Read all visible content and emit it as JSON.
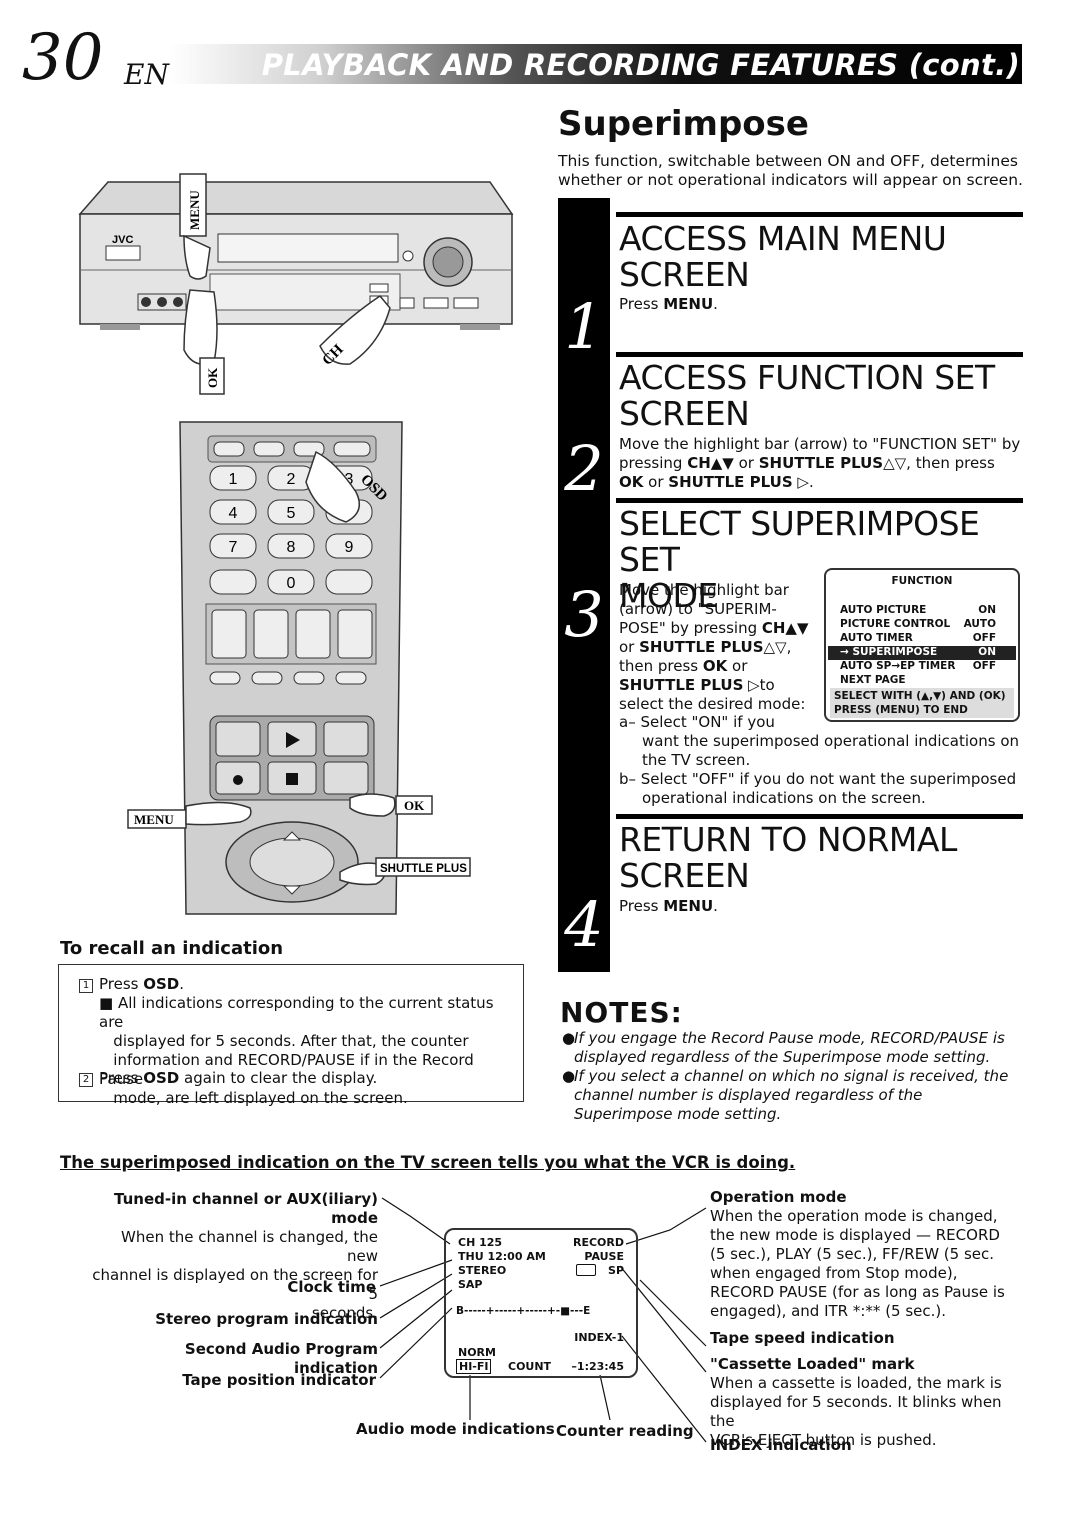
{
  "header": {
    "page_number": "30",
    "lang": "EN",
    "title": "PLAYBACK AND RECORDING FEATURES (cont.)"
  },
  "illustration": {
    "vcr": {
      "brand": "JVC",
      "labels": {
        "menu": "MENU",
        "ok": "OK",
        "ch": "CH"
      }
    },
    "remote": {
      "keys": [
        "1",
        "2",
        "3",
        "4",
        "5",
        "6",
        "7",
        "8",
        "9",
        "0"
      ],
      "labels": {
        "osd": "OSD",
        "menu": "MENU",
        "ok": "OK",
        "shuttle_plus": "SHUTTLE PLUS"
      }
    }
  },
  "section": {
    "title": "Superimpose",
    "intro": "This function, switchable between ON and OFF, determines whether or not operational indicators will appear on screen."
  },
  "steps": [
    {
      "num": "1",
      "head_l1": "ACCESS MAIN MENU",
      "head_l2": "SCREEN"
    },
    {
      "num": "2",
      "head_l1": "ACCESS FUNCTION SET",
      "head_l2": "SCREEN"
    },
    {
      "num": "3",
      "head_l1": "SELECT SUPERIMPOSE SET",
      "head_l2": "MODE"
    },
    {
      "num": "4",
      "head_l1": "RETURN TO NORMAL",
      "head_l2": "SCREEN"
    }
  ],
  "function_menu": {
    "title": "FUNCTION",
    "rows": [
      {
        "label": "AUTO PICTURE",
        "value": "ON"
      },
      {
        "label": "PICTURE CONTROL",
        "value": "AUTO"
      },
      {
        "label": "AUTO TIMER",
        "value": "OFF"
      },
      {
        "label": "→ SUPERIMPOSE",
        "value": "ON"
      },
      {
        "label": "AUTO SP→EP TIMER",
        "value": "OFF"
      },
      {
        "label": "NEXT PAGE",
        "value": ""
      }
    ],
    "footer_1": "SELECT WITH (▲,▼) AND (OK)",
    "footer_2": "PRESS (MENU) TO END"
  },
  "notes": {
    "title": "NOTES:",
    "items": [
      "If you engage the Record Pause mode, RECORD/PAUSE is displayed regardless of the Superimpose mode setting.",
      "If you select a channel on which no signal is received, the channel number is displayed regardless of the Superimpose mode setting."
    ]
  },
  "recall": {
    "title": "To recall an indication"
  },
  "bottom": {
    "title": "The superimposed indication on the TV screen tells you what the VCR is doing.",
    "left_labels": {
      "tuned_title": "Tuned-in channel or AUX(iliary) mode",
      "tuned_l1": "When the channel is changed, the new",
      "tuned_l2": "channel is displayed on the screen for 5",
      "tuned_l3": "seconds.",
      "clock": "Clock time",
      "stereo": "Stereo program indication",
      "sap": "Second Audio Program indication",
      "tape_pos": "Tape position indicator",
      "audio_mode": "Audio mode indications",
      "counter": "Counter reading"
    },
    "right_labels": {
      "op_title": "Operation mode",
      "op_l1": "When the operation mode is changed,",
      "op_l2": "the new mode is displayed — RECORD",
      "op_l3": "(5 sec.), PLAY (5 sec.), FF/REW (5 sec.",
      "op_l4": "when engaged from Stop mode),",
      "op_l5": "RECORD PAUSE (for as long as Pause is",
      "op_l6": "engaged), and ITR *:** (5 sec.).",
      "speed": "Tape speed indication",
      "cassette_title": "\"Cassette Loaded\" mark",
      "cassette_l1": "When a cassette is loaded, the mark is",
      "cassette_l2": "displayed for 5 seconds. It blinks when the",
      "cassette_l3": "VCR's EJECT button is pushed.",
      "index": "INDEX indication"
    },
    "osd": {
      "ch": "CH   125",
      "record": "RECORD",
      "clock": "THU  12:00 AM",
      "pause": "PAUSE",
      "stereo": "STEREO",
      "sp": "SP",
      "sap": "SAP",
      "tape_bar": "B-----+-----+-----+-■---E",
      "index": "INDEX-1",
      "norm": "NORM",
      "hifi": "HI-FI",
      "count": "COUNT",
      "counter_value": "–1:23:45"
    }
  }
}
